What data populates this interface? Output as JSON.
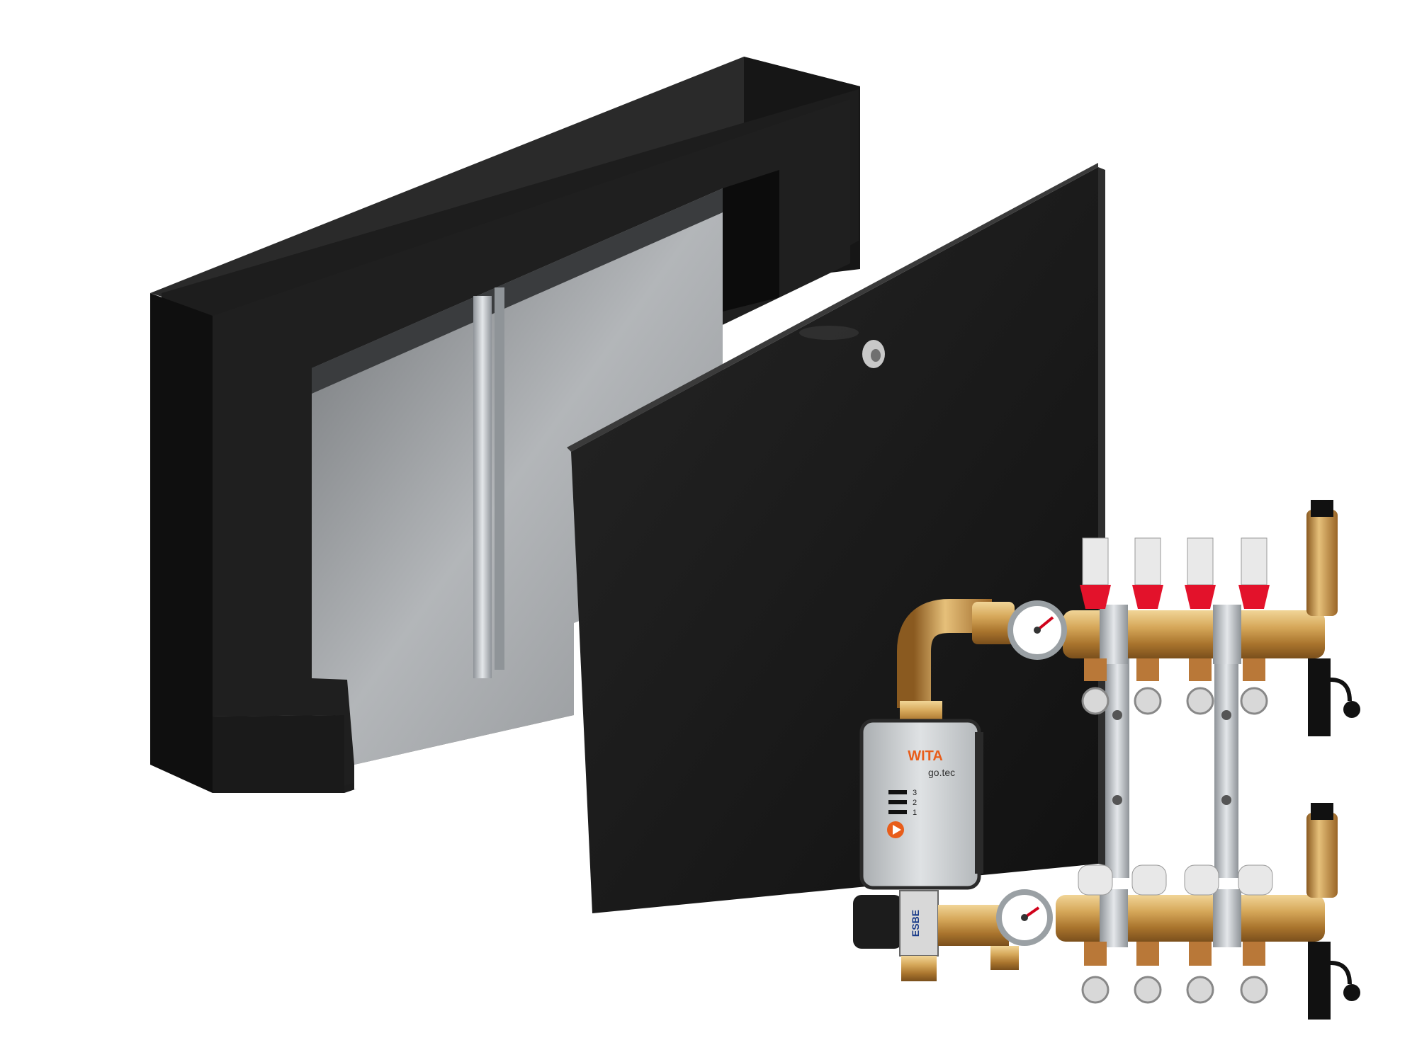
{
  "pump": {
    "brand": "WITA",
    "model": "go.tec",
    "speed_levels": [
      "3",
      "2",
      "1"
    ]
  },
  "mixing_valve": {
    "brand": "ESBE"
  },
  "manifold": {
    "circuits": 4
  },
  "colors": {
    "cabinet": "#1b1b1b",
    "cabinet_door": "#141414",
    "brass": "#c99a4a",
    "flowmeter_red": "#e3122b",
    "pump_body": "#c9ccce",
    "steel": "#b4b8bc"
  }
}
